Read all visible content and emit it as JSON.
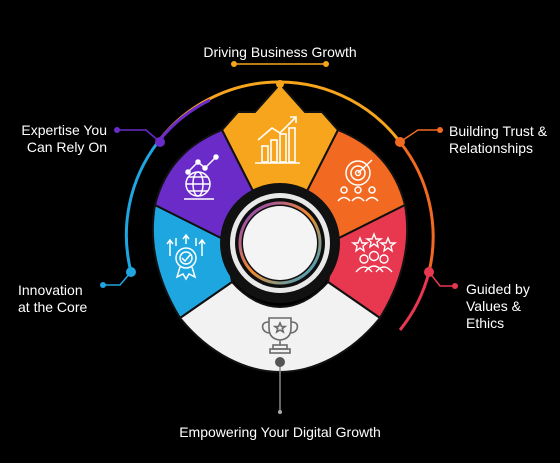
{
  "labels": {
    "top": "Driving Business Growth",
    "top_right": "Building Trust &\nRelationships",
    "right": "Guided by\nValues &\nEthics",
    "bottom": "Empowering Your Digital Growth",
    "left": "Innovation\nat the Core",
    "top_left": "Expertise You\nCan Rely On"
  },
  "segments": [
    {
      "name": "growth-segment",
      "icon": "bar-chart-growth-icon",
      "color": "#F7A51C"
    },
    {
      "name": "trust-segment",
      "icon": "target-team-icon",
      "color": "#F26A21"
    },
    {
      "name": "values-segment",
      "icon": "rated-team-icon",
      "color": "#E8384F"
    },
    {
      "name": "empower-segment",
      "icon": "trophy-icon",
      "color": "#F2F2F2"
    },
    {
      "name": "innovation-segment",
      "icon": "badge-arrows-icon",
      "color": "#1EA6E0"
    },
    {
      "name": "expertise-segment",
      "icon": "globe-chart-icon",
      "color": "#6A2BC9"
    }
  ],
  "colors": {
    "orange": "#F7A51C",
    "dark_orange": "#F26A21",
    "red": "#E8384F",
    "white": "#F2F2F2",
    "blue": "#1EA6E0",
    "purple": "#6A2BC9"
  }
}
